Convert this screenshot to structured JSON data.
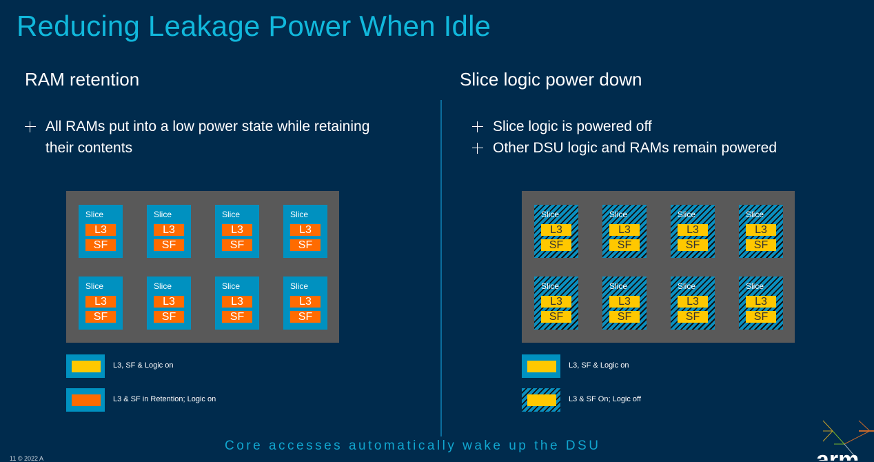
{
  "slide": {
    "title": "Reducing Leakage Power When Idle",
    "tagline": "Core accesses automatically wake up the DSU",
    "footer": "11   © 2022 A",
    "logo_text": "arm",
    "colors": {
      "background": "#002b4d",
      "accent": "#11b8dc",
      "slice_blue": "#0091c0",
      "retention_orange": "#ff6b00",
      "on_yellow": "#ffc800",
      "panel_gray": "#595959"
    }
  },
  "left": {
    "heading": "RAM retention",
    "bullets": [
      "All RAMs put into a low power state while retaining their contents"
    ],
    "slices": [
      {
        "label": "Slice",
        "l3": "L3",
        "sf": "SF"
      },
      {
        "label": "Slice",
        "l3": "L3",
        "sf": "SF"
      },
      {
        "label": "Slice",
        "l3": "L3",
        "sf": "SF"
      },
      {
        "label": "Slice",
        "l3": "L3",
        "sf": "SF"
      },
      {
        "label": "Slice",
        "l3": "L3",
        "sf": "SF"
      },
      {
        "label": "Slice",
        "l3": "L3",
        "sf": "SF"
      },
      {
        "label": "Slice",
        "l3": "L3",
        "sf": "SF"
      },
      {
        "label": "Slice",
        "l3": "L3",
        "sf": "SF"
      }
    ],
    "slice_state": "retention",
    "legend": [
      {
        "text": "L3, SF & Logic on",
        "swatch": "on"
      },
      {
        "text": "L3 & SF in Retention; Logic on",
        "swatch": "retention"
      }
    ]
  },
  "right": {
    "heading": "Slice logic power down",
    "bullets": [
      "Slice logic is powered off",
      "Other DSU logic and RAMs remain powered"
    ],
    "slices": [
      {
        "label": "Slice",
        "l3": "L3",
        "sf": "SF"
      },
      {
        "label": "Slice",
        "l3": "L3",
        "sf": "SF"
      },
      {
        "label": "Slice",
        "l3": "L3",
        "sf": "SF"
      },
      {
        "label": "Slice",
        "l3": "L3",
        "sf": "SF"
      },
      {
        "label": "Slice",
        "l3": "L3",
        "sf": "SF"
      },
      {
        "label": "Slice",
        "l3": "L3",
        "sf": "SF"
      },
      {
        "label": "Slice",
        "l3": "L3",
        "sf": "SF"
      },
      {
        "label": "Slice",
        "l3": "L3",
        "sf": "SF"
      }
    ],
    "slice_state": "logic-off",
    "legend": [
      {
        "text": "L3, SF & Logic on",
        "swatch": "on"
      },
      {
        "text": "L3 & SF On; Logic off",
        "swatch": "logic-off"
      }
    ]
  }
}
